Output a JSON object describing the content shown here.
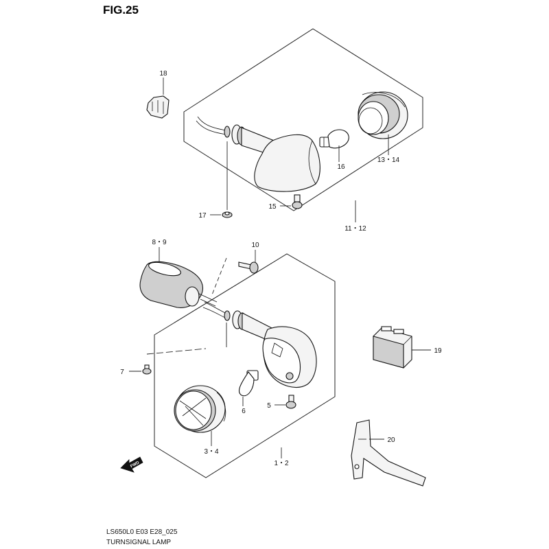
{
  "figure": {
    "title": "FIG.25",
    "model_code": "LS650L0 E03 E28_025",
    "caption": "TURNSIGNAL LAMP",
    "fwd_label": "FWD"
  },
  "callouts": {
    "c18": "18",
    "c13_14": "13・14",
    "c16": "16",
    "c15": "15",
    "c17": "17",
    "c11_12": "11・12",
    "c8_9": "8・9",
    "c10": "10",
    "c19": "19",
    "c7": "7",
    "c6": "6",
    "c5": "5",
    "c20": "20",
    "c3_4": "3・4",
    "c1_2": "1・2"
  },
  "colors": {
    "line": "#111111",
    "part_fill": "#f4f4f4",
    "part_shade": "#cfcfcf",
    "background": "#ffffff"
  }
}
